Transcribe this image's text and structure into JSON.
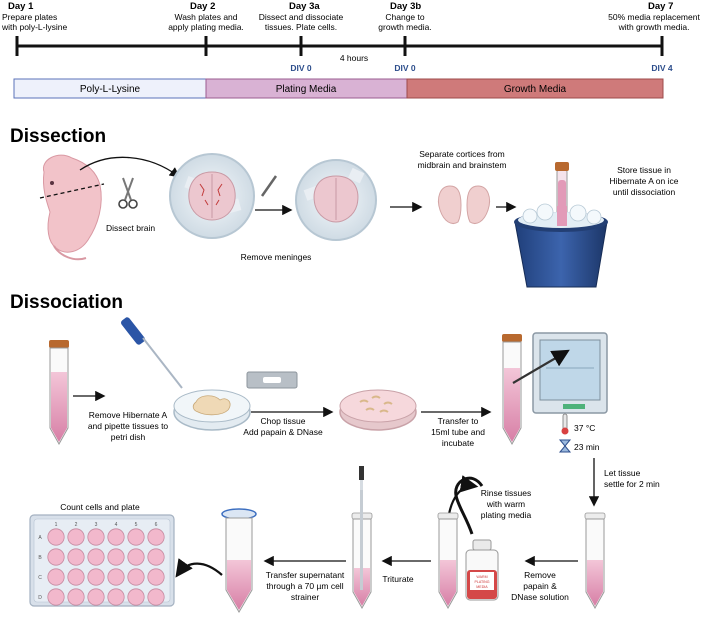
{
  "timeline": {
    "days": [
      {
        "day": "Day 1",
        "desc1": "Prepare plates",
        "desc2": "with poly-L-lysine"
      },
      {
        "day": "Day 2",
        "desc1": "Wash plates and",
        "desc2": "apply plating media."
      },
      {
        "day": "Day 3a",
        "desc1": "Dissect and dissociate",
        "desc2": "tissues. Plate cells."
      },
      {
        "day": "Day 3b",
        "desc1": "Change to",
        "desc2": "growth media."
      },
      {
        "day": "Day 7",
        "desc1": "50% media replacement",
        "desc2": "with growth media."
      }
    ],
    "div_labels": [
      "DIV 0",
      "DIV 0",
      "DIV 4"
    ],
    "interval": "4 hours",
    "phases": [
      {
        "label": "Poly-L-Lysine",
        "color": "#eef1fb"
      },
      {
        "label": "Plating Media",
        "color": "#d9b2d4"
      },
      {
        "label": "Growth Media",
        "color": "#cf7a7a"
      }
    ],
    "div_color": "#2d4e8c"
  },
  "dissection": {
    "heading": "Dissection",
    "dissect_brain": "Dissect brain",
    "remove_meninges": "Remove meninges",
    "separate": [
      "Separate cortices from",
      "midbrain and brainstem"
    ],
    "store": [
      "Store tissue in",
      "Hibernate A on ice",
      "until dissociation"
    ]
  },
  "dissociation": {
    "heading": "Dissociation",
    "remove_hibernate": [
      "Remove Hibernate A",
      "and pipette tissues to",
      "petri dish"
    ],
    "chop": [
      "Chop tissue",
      "Add papain & DNase"
    ],
    "transfer": [
      "Transfer to",
      "15ml tube and",
      "incubate"
    ],
    "temperature": "37 °C",
    "time": "23 min",
    "settle": [
      "Let tissue",
      "settle for 2 min"
    ],
    "remove_papain": [
      "Remove",
      "papain &",
      "DNase solution"
    ],
    "rinse": [
      "Rinse tissues",
      "with warm",
      "plating media"
    ],
    "bottle_label": [
      "WARM",
      "PLATING",
      "MEDIA"
    ],
    "triturate": "Triturate",
    "transfer_supernatant": [
      "Transfer supernatant",
      "through a 70 µm cell",
      "strainer"
    ],
    "count": "Count cells and plate",
    "plate_cols": [
      "1",
      "2",
      "3",
      "4",
      "5",
      "6"
    ],
    "plate_rows": [
      "A",
      "B",
      "C",
      "D"
    ]
  }
}
